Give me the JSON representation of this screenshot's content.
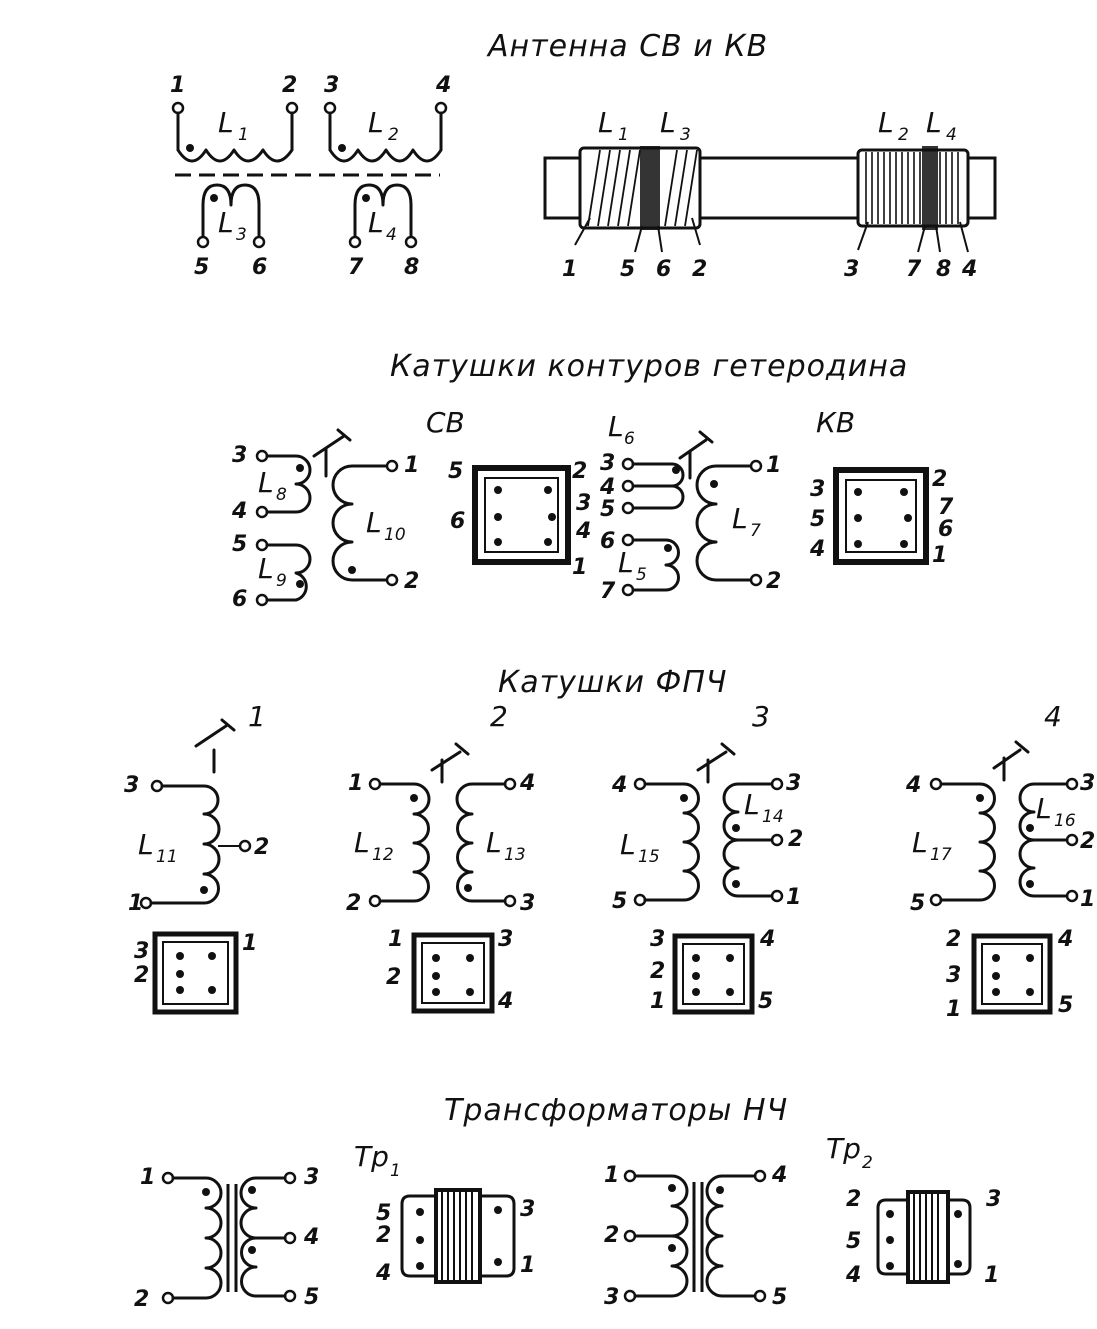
{
  "titles": {
    "antenna": "Антенна СВ и КВ",
    "heterodyne": "Катушки контуров гетеродина",
    "ifc": "Катушки ФПЧ",
    "lf": "Трансформаторы НЧ"
  },
  "antenna": {
    "l1": "L",
    "l1s": "1",
    "l2": "L",
    "l2s": "2",
    "l3": "L",
    "l3s": "3",
    "l4": "L",
    "l4s": "4",
    "t1": "1",
    "t2": "2",
    "t3": "3",
    "t4": "4",
    "t5": "5",
    "t6": "6",
    "t7": "7",
    "t8": "8",
    "rod": {
      "top1": "L",
      "top1s": "1",
      "top3": "L",
      "top3s": "3",
      "top2": "L",
      "top2s": "2",
      "top4": "L",
      "top4s": "4",
      "b1": "1",
      "b5": "5",
      "b6": "6",
      "b2": "2",
      "b3": "3",
      "b7": "7",
      "b8": "8",
      "b4": "4"
    }
  },
  "heterodyne": {
    "sv": "СВ",
    "kv": "КВ",
    "l8": "L",
    "l8s": "8",
    "l9": "L",
    "l9s": "9",
    "l10": "L",
    "l10s": "10",
    "l6": "L",
    "l6s": "6",
    "l5": "L",
    "l5s": "5",
    "l7": "L",
    "l7s": "7",
    "a3": "3",
    "a4": "4",
    "a5": "5",
    "a6": "6",
    "a1": "1",
    "a2": "2",
    "s1_5": "5",
    "s1_6": "6",
    "s1_2": "2",
    "s1_3": "3",
    "s1_4": "4",
    "s1_1": "1",
    "b3": "3",
    "b4": "4",
    "b5": "5",
    "b6": "6",
    "b7": "7",
    "b1": "1",
    "b2": "2",
    "s2_3": "3",
    "s2_5": "5",
    "s2_4": "4",
    "s2_2": "2",
    "s2_7": "7",
    "s2_6": "6",
    "s2_1": "1"
  },
  "ifc": {
    "n1": "1",
    "n2": "2",
    "n3": "3",
    "n4": "4",
    "c1": {
      "l": "L",
      "ls": "11",
      "t3": "3",
      "t2": "2",
      "t1": "1",
      "s3": "3",
      "s2": "2",
      "s1": "1"
    },
    "c2": {
      "la": "L",
      "las": "12",
      "lb": "L",
      "lbs": "13",
      "t1": "1",
      "t2": "2",
      "t4": "4",
      "t3": "3",
      "s1": "1",
      "s2": "2",
      "s3": "3",
      "s4": "4"
    },
    "c3": {
      "la": "L",
      "las": "15",
      "lb": "L",
      "lbs": "14",
      "t4": "4",
      "t5": "5",
      "t3": "3",
      "t2": "2",
      "t1": "1",
      "s3": "3",
      "s2": "2",
      "s1": "1",
      "s4": "4",
      "s5": "5"
    },
    "c4": {
      "la": "L",
      "las": "17",
      "lb": "L",
      "lbs": "16",
      "t4": "4",
      "t5": "5",
      "t3": "3",
      "t2": "2",
      "t1": "1",
      "s2": "2",
      "s3": "3",
      "s1": "1",
      "s4": "4",
      "s5": "5"
    }
  },
  "lf": {
    "tp1": "Тр",
    "tp1s": "1",
    "tp2": "Тр",
    "tp2s": "2",
    "a1": "1",
    "a2": "2",
    "a3": "3",
    "a4": "4",
    "a5": "5",
    "p5": "5",
    "p2": "2",
    "p4": "4",
    "p3": "3",
    "p1": "1",
    "b1": "1",
    "b2": "2",
    "b3": "3",
    "b4": "4",
    "b5": "5",
    "q2": "2",
    "q5": "5",
    "q4": "4",
    "q3": "3",
    "q1": "1"
  }
}
